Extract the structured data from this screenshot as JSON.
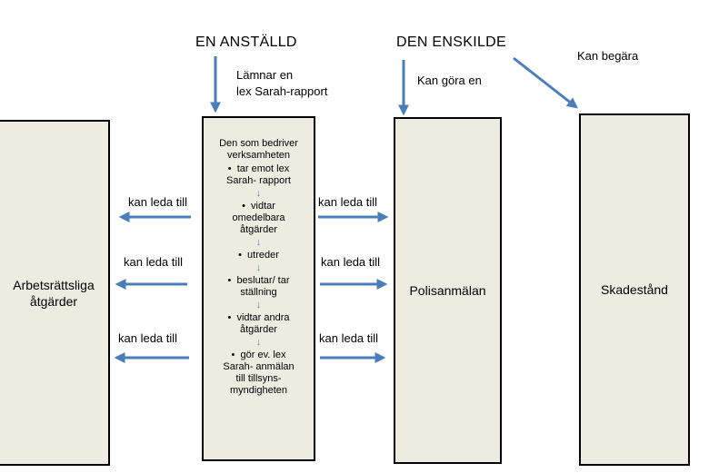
{
  "headings": {
    "employee": "EN ANSTÄLLD",
    "individual": "DEN ENSKILDE"
  },
  "notes": {
    "employee_action": [
      "Lämnar en",
      "lex Sarah-rapport"
    ],
    "individual_action": "Kan göra en",
    "individual_request": "Kan begära"
  },
  "boxes": {
    "left": [
      "Arbetsrättsliga",
      "åtgärder"
    ],
    "police": "Polisanmälan",
    "damages": "Skadestånd"
  },
  "center": {
    "intro": [
      "Den som bedriver",
      "verksamheten"
    ],
    "steps": [
      [
        "tar emot lex",
        "Sarah- rapport"
      ],
      [
        "vidtar",
        "omedelbara",
        "åtgärder"
      ],
      [
        "utreder"
      ],
      [
        "beslutar/  tar",
        "ställning"
      ],
      [
        "vidtar andra",
        "åtgärder"
      ],
      [
        "gör ev. lex",
        "Sarah- anmälan",
        "till tillsyns-",
        "myndigheten"
      ]
    ],
    "step_arrow": "↓"
  },
  "arrows": {
    "left_label": "kan leda till",
    "right_label": "kan leda till"
  },
  "colors": {
    "arrow": "#4a7ebb",
    "box_fill": "#eeece1",
    "box_border": "#000000"
  }
}
